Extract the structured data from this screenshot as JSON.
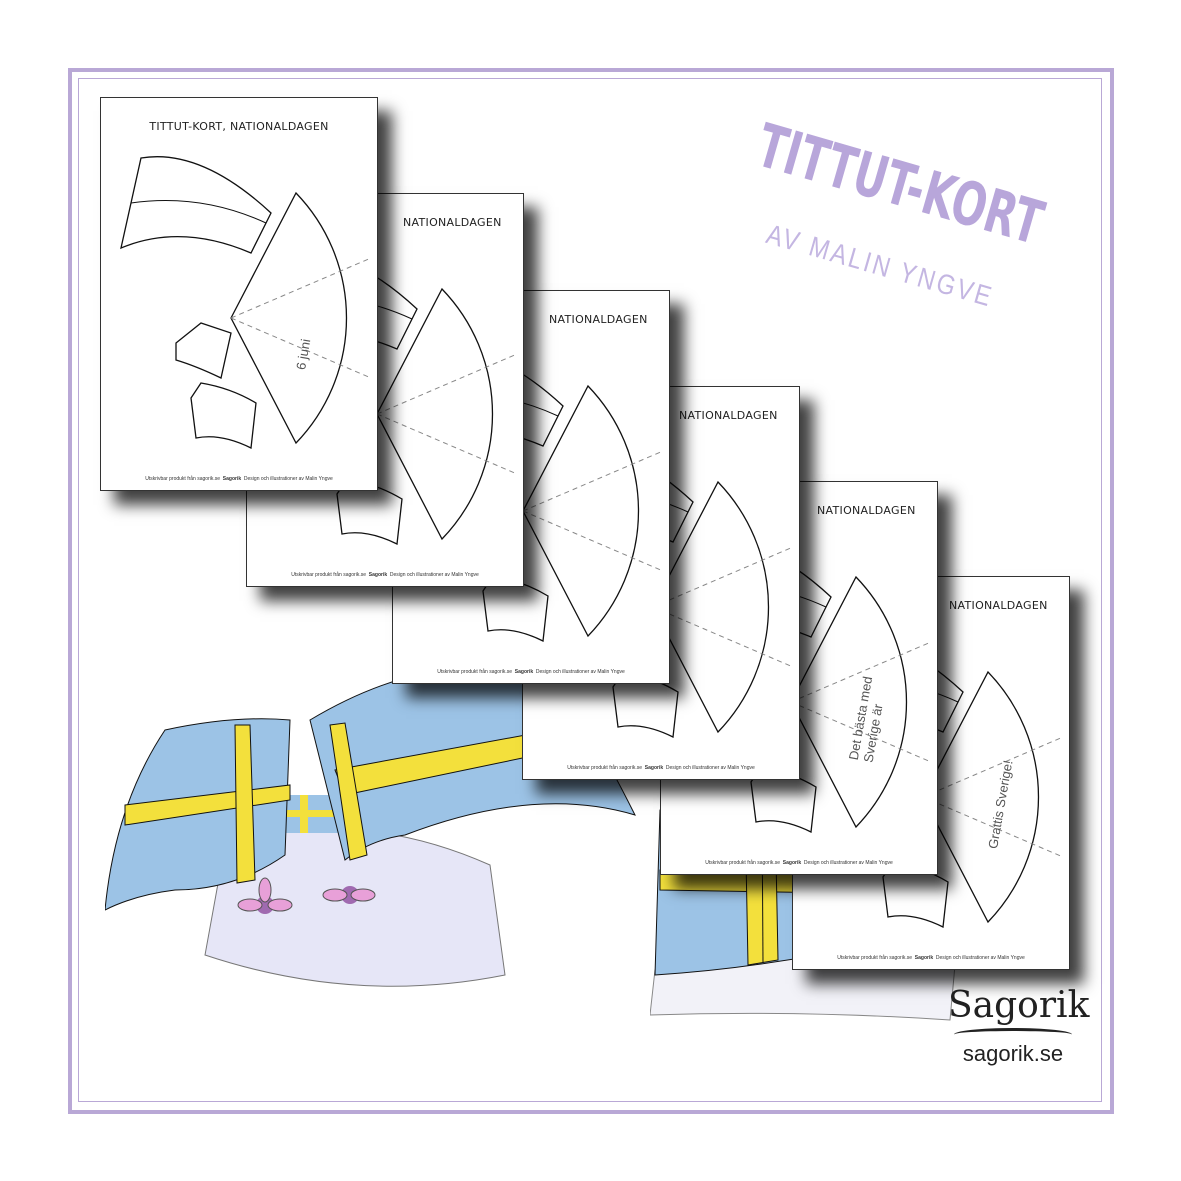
{
  "headline": {
    "title": "TITTUT-KORT",
    "subtitle": "AV MALIN YNGVE"
  },
  "cards": [
    {
      "title": "TITTUT-KORT, NATIONALDAGEN",
      "wedge_text": "6 juni"
    },
    {
      "title": "NATIONALDAGEN",
      "wedge_text": ""
    },
    {
      "title": "NATIONALDAGEN",
      "wedge_text": ""
    },
    {
      "title": "NATIONALDAGEN",
      "wedge_text": ""
    },
    {
      "title": "NATIONALDAGEN",
      "wedge_text": "Det bästa med Sverige är"
    },
    {
      "title": "NATIONALDAGEN",
      "wedge_text": "Grattis Sverige!"
    }
  ],
  "footer": {
    "left": "Utskrivbar produkt från sagorik.se",
    "mid": "Sagorik",
    "right": "Design och illustrationer av Malin Yngve"
  },
  "logo": {
    "name": "Sagorik",
    "url": "sagorik.se"
  },
  "colors": {
    "frame": "#b9a8d6",
    "flag_blue": "#9cc3e6",
    "flag_yellow": "#f3e03c"
  }
}
